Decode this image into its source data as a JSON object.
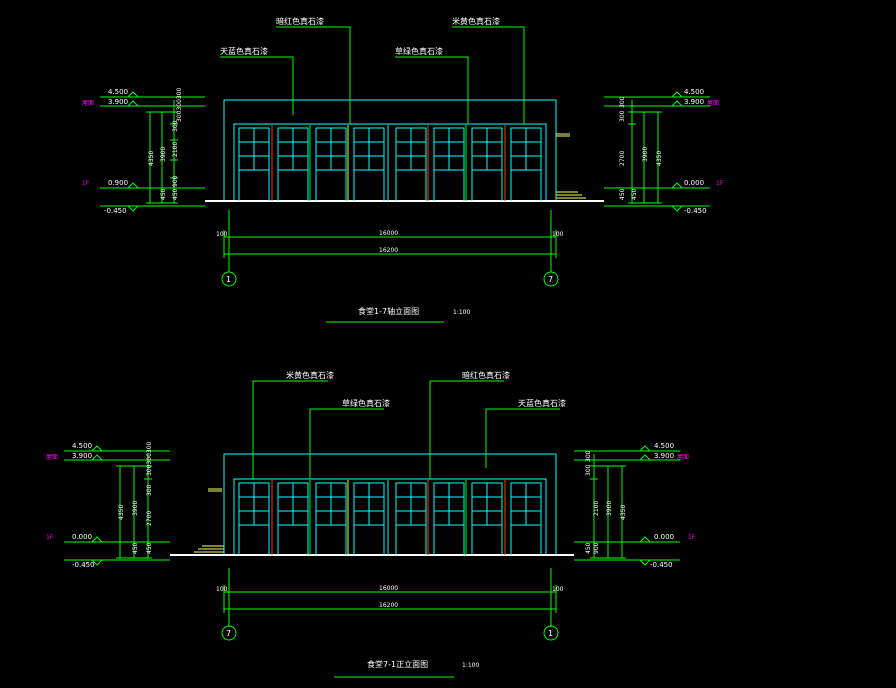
{
  "colors": {
    "background": "#000000",
    "outline": "#00ffff",
    "dim": "#00ff00",
    "leader": "#00ff00",
    "label": "#ffffff",
    "level_text": "#ffffff",
    "magenta": "#ff00ff",
    "ground": "#ffffff",
    "pilaster_red": "#ff3300",
    "pilaster_yellow": "#ffff00",
    "window": "#00ffff",
    "step": "#ffff66"
  },
  "elevation_top": {
    "title": "食堂1-7轴立面图",
    "scale": "1:100",
    "materials": {
      "m1": "暗红色真石漆",
      "m2": "米黄色真石漆",
      "m3": "天蓝色真石漆",
      "m4": "草绿色真石漆"
    },
    "levels_left": {
      "roof": "4.500",
      "eave": "3.900",
      "floor": "0.900",
      "ground": "-0.450",
      "tag_roof": "屋面",
      "tag_floor": "1F"
    },
    "levels_right": {
      "roof": "4.500",
      "eave": "3.900",
      "floor": "0.000",
      "ground": "-0.450",
      "tag_roof": "屋面",
      "tag_floor": "1F"
    },
    "dims_left": [
      "4350",
      "3900",
      "300",
      "2100",
      "900",
      "450",
      "450"
    ],
    "dims_right": [
      "300",
      "300",
      "2700",
      "450",
      "4350",
      "3900"
    ],
    "dim_stack_top": "300300300",
    "horiz": {
      "edge_left": "100",
      "edge_right": "100",
      "inner": "16000",
      "outer": "16200"
    },
    "axis_left": "1",
    "axis_right": "7"
  },
  "elevation_bottom": {
    "title": "食堂7-1正立面图",
    "scale": "1:100",
    "materials": {
      "m1": "米黄色真石漆",
      "m2": "草绿色真石漆",
      "m3": "暗红色真石漆",
      "m4": "天蓝色真石漆"
    },
    "levels_left": {
      "roof": "4.500",
      "eave": "3.900",
      "floor": "0.000",
      "ground": "-0.450",
      "tag_roof": "屋面",
      "tag_floor": "1F"
    },
    "levels_right": {
      "roof": "4.500",
      "eave": "3.900",
      "floor": "0.000",
      "ground": "-0.450",
      "tag_roof": "屋面",
      "tag_floor": "1F"
    },
    "dims_left": [
      "4350",
      "3900",
      "300",
      "2700",
      "450",
      "450"
    ],
    "dims_right": [
      "300",
      "300",
      "2100",
      "450",
      "900",
      "3900",
      "4350"
    ],
    "dim_stack_top": "300300300",
    "horiz": {
      "edge_left": "100",
      "edge_right": "100",
      "inner": "16000",
      "outer": "16200"
    },
    "axis_left": "7",
    "axis_right": "1"
  }
}
